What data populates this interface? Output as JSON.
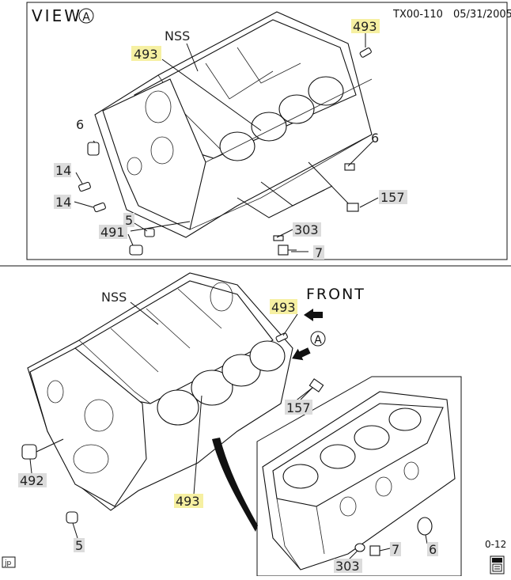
{
  "header": {
    "doc_code": "TX00-110",
    "date": "05/31/2005"
  },
  "view_a": {
    "title": "VIEW",
    "marker": "A",
    "labels": {
      "nss": "NSS",
      "p493_top": "493",
      "p493_left": "493",
      "p6_left": "6",
      "p6_right": "6",
      "p14_a": "14",
      "p14_b": "14",
      "p157": "157",
      "p5": "5",
      "p491": "491",
      "p303": "303",
      "p7": "7"
    }
  },
  "main_view": {
    "labels": {
      "nss": "NSS",
      "front": "FRONT",
      "view_marker": "A",
      "p493_top": "493",
      "p157": "157",
      "p492": "492",
      "p493_bottom": "493",
      "p5": "5",
      "p7": "7",
      "p6": "6",
      "p303": "303"
    }
  },
  "footer": {
    "corner_tag": "jp",
    "page_ref": "0-12"
  },
  "colors": {
    "highlight": "#f6f0a2",
    "label_box": "#dcdcdc",
    "line": "#111111"
  }
}
